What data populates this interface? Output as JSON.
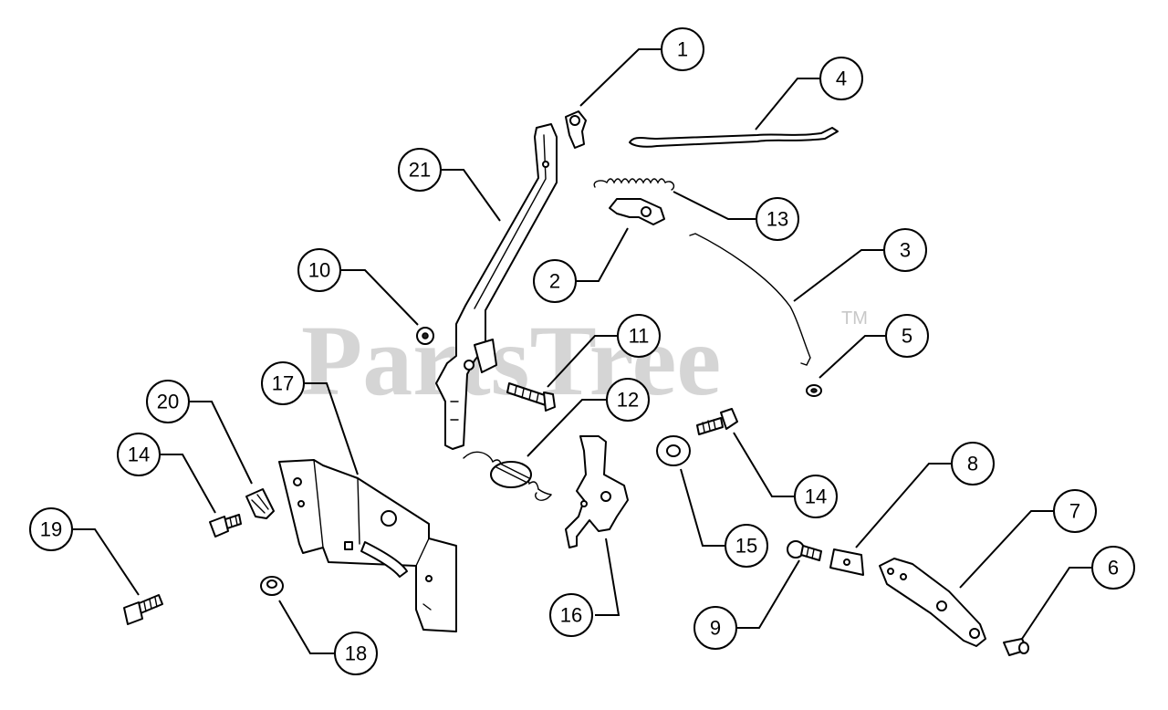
{
  "watermark": {
    "text": "PartsTree",
    "trademark": "TM"
  },
  "callouts": {
    "c1": "1",
    "c2": "2",
    "c3": "3",
    "c4": "4",
    "c5": "5",
    "c6": "6",
    "c7": "7",
    "c8": "8",
    "c9": "9",
    "c10": "10",
    "c11": "11",
    "c12": "12",
    "c13": "13",
    "c14a": "14",
    "c14b": "14",
    "c15": "15",
    "c16": "16",
    "c17": "17",
    "c18": "18",
    "c19": "19",
    "c20": "20",
    "c21": "21"
  },
  "colors": {
    "line": "#000000",
    "watermark": "#c8c8c8",
    "background": "#ffffff"
  }
}
